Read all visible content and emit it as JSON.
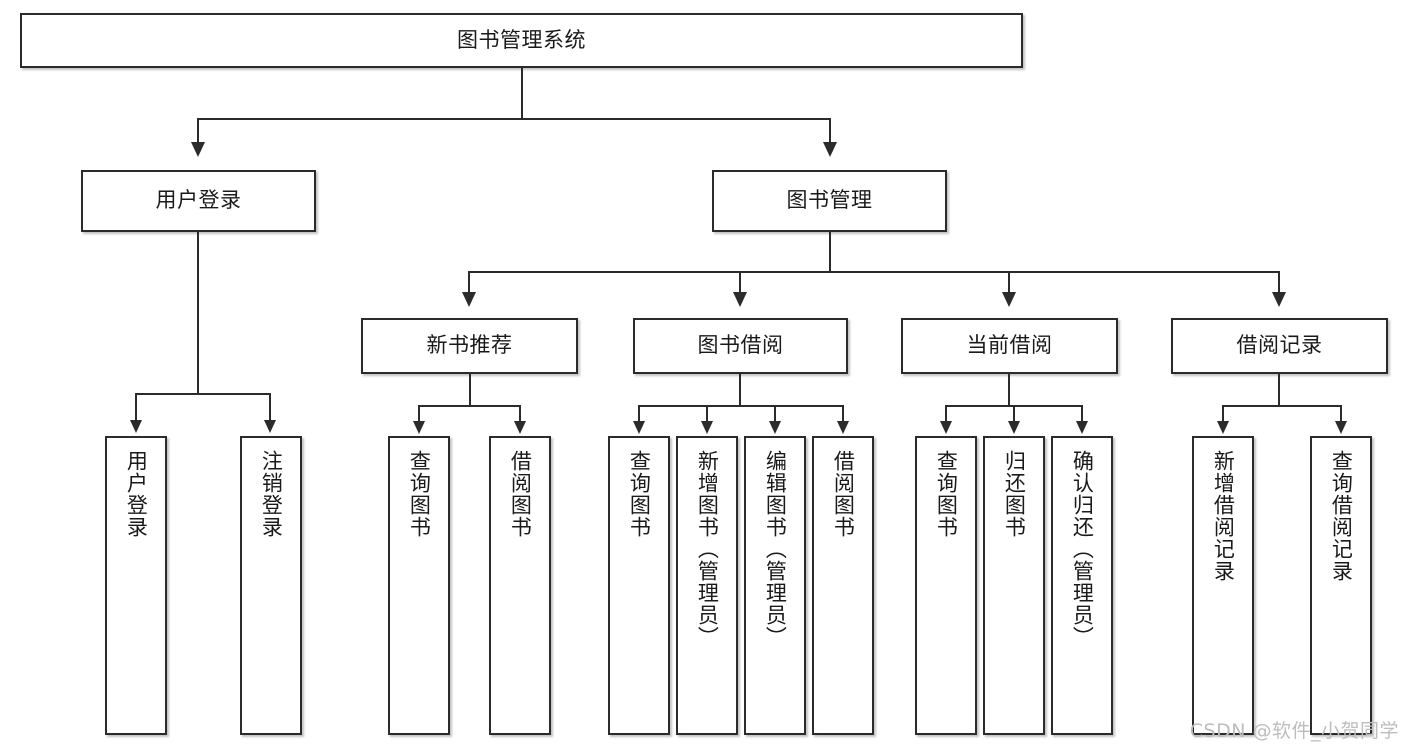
{
  "diagram": {
    "title": "图书管理系统",
    "type": "hierarchy-tree",
    "root": {
      "label": "图书管理系统"
    },
    "level2": [
      {
        "label": "用户登录"
      },
      {
        "label": "图书管理"
      }
    ],
    "level3": [
      {
        "label": "新书推荐"
      },
      {
        "label": "图书借阅"
      },
      {
        "label": "当前借阅"
      },
      {
        "label": "借阅记录"
      }
    ],
    "leaves": {
      "user_login": [
        {
          "label": "用户登录"
        },
        {
          "label": "注销登录"
        }
      ],
      "new_book_recommend": [
        {
          "label": "查询图书"
        },
        {
          "label": "借阅图书"
        }
      ],
      "book_borrow": [
        {
          "label": "查询图书"
        },
        {
          "label": "新增图书（管理员）"
        },
        {
          "label": "编辑图书（管理员）"
        },
        {
          "label": "借阅图书"
        }
      ],
      "current_borrow": [
        {
          "label": "查询图书"
        },
        {
          "label": "归还图书"
        },
        {
          "label": "确认归还（管理员）"
        }
      ],
      "borrow_record": [
        {
          "label": "新增借阅记录"
        },
        {
          "label": "查询借阅记录"
        }
      ]
    }
  },
  "watermark": {
    "text": "CSDN @软件_小贺同学"
  },
  "colors": {
    "border": "#2b2b2b",
    "text": "#1a1a1a",
    "background": "#ffffff",
    "watermark": "#bdbdbd"
  }
}
